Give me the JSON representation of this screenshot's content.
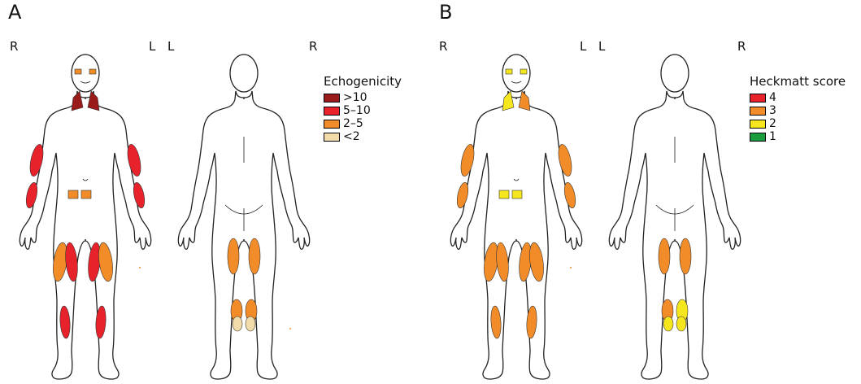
{
  "panel_a": {
    "letter": "A",
    "front_labels": {
      "left": "R",
      "right": "L"
    },
    "back_labels": {
      "left": "L",
      "right": "R"
    },
    "legend": {
      "title": "Echogenicity",
      "items": [
        {
          "label": ">10",
          "color": "#9b1b1b"
        },
        {
          "label": "5–10",
          "color": "#e8222a"
        },
        {
          "label": "2–5",
          "color": "#f28c28"
        },
        {
          "label": "<2",
          "color": "#f2dcaa"
        }
      ]
    },
    "front_regions": [
      {
        "name": "forehead-left",
        "color": "#f28c28"
      },
      {
        "name": "forehead-right",
        "color": "#f28c28"
      },
      {
        "name": "neck-left",
        "color": "#9b1b1b"
      },
      {
        "name": "neck-right",
        "color": "#9b1b1b"
      },
      {
        "name": "upper-arm-right",
        "color": "#e8222a"
      },
      {
        "name": "forearm-right",
        "color": "#e8222a"
      },
      {
        "name": "upper-arm-left",
        "color": "#e8222a"
      },
      {
        "name": "forearm-left",
        "color": "#e8222a"
      },
      {
        "name": "abdomen-right",
        "color": "#f28c28"
      },
      {
        "name": "abdomen-left",
        "color": "#f28c28"
      },
      {
        "name": "thigh-right-outer",
        "color": "#f28c28"
      },
      {
        "name": "thigh-right-inner",
        "color": "#e8222a"
      },
      {
        "name": "thigh-left-inner",
        "color": "#e8222a"
      },
      {
        "name": "thigh-left-outer",
        "color": "#f28c28"
      },
      {
        "name": "shin-right",
        "color": "#e8222a"
      },
      {
        "name": "shin-left",
        "color": "#e8222a"
      }
    ],
    "back_regions": [
      {
        "name": "hamstring-left",
        "color": "#f28c28"
      },
      {
        "name": "hamstring-right",
        "color": "#f28c28"
      },
      {
        "name": "calf-left-upper",
        "color": "#f28c28"
      },
      {
        "name": "calf-right-upper",
        "color": "#f28c28"
      },
      {
        "name": "calf-left-lower",
        "color": "#f2dcaa"
      },
      {
        "name": "calf-right-lower",
        "color": "#f2dcaa"
      }
    ]
  },
  "panel_b": {
    "letter": "B",
    "front_labels": {
      "left": "R",
      "right": "L"
    },
    "back_labels": {
      "left": "L",
      "right": "R"
    },
    "legend": {
      "title": "Heckmatt score",
      "items": [
        {
          "label": "4",
          "color": "#e8222a"
        },
        {
          "label": "3",
          "color": "#f28c28"
        },
        {
          "label": "2",
          "color": "#f5e61e"
        },
        {
          "label": "1",
          "color": "#1a9c3c"
        }
      ]
    },
    "front_regions": [
      {
        "name": "forehead-left",
        "color": "#f5e61e"
      },
      {
        "name": "forehead-right",
        "color": "#f5e61e"
      },
      {
        "name": "neck-left",
        "color": "#f5e61e"
      },
      {
        "name": "neck-right",
        "color": "#f28c28"
      },
      {
        "name": "upper-arm-right",
        "color": "#f28c28"
      },
      {
        "name": "forearm-right",
        "color": "#f28c28"
      },
      {
        "name": "upper-arm-left",
        "color": "#f28c28"
      },
      {
        "name": "forearm-left",
        "color": "#f28c28"
      },
      {
        "name": "abdomen-right",
        "color": "#f5e61e"
      },
      {
        "name": "abdomen-left",
        "color": "#f5e61e"
      },
      {
        "name": "thigh-right-outer",
        "color": "#f28c28"
      },
      {
        "name": "thigh-right-inner",
        "color": "#f28c28"
      },
      {
        "name": "thigh-left-inner",
        "color": "#f28c28"
      },
      {
        "name": "thigh-left-outer",
        "color": "#f28c28"
      },
      {
        "name": "shin-right",
        "color": "#f28c28"
      },
      {
        "name": "shin-left",
        "color": "#f28c28"
      }
    ],
    "back_regions": [
      {
        "name": "hamstring-left",
        "color": "#f28c28"
      },
      {
        "name": "hamstring-right",
        "color": "#f28c28"
      },
      {
        "name": "calf-left-upper",
        "color": "#f28c28"
      },
      {
        "name": "calf-right-upper",
        "color": "#f5e61e"
      },
      {
        "name": "calf-left-lower",
        "color": "#f5e61e"
      },
      {
        "name": "calf-right-lower",
        "color": "#f5e61e"
      }
    ]
  }
}
